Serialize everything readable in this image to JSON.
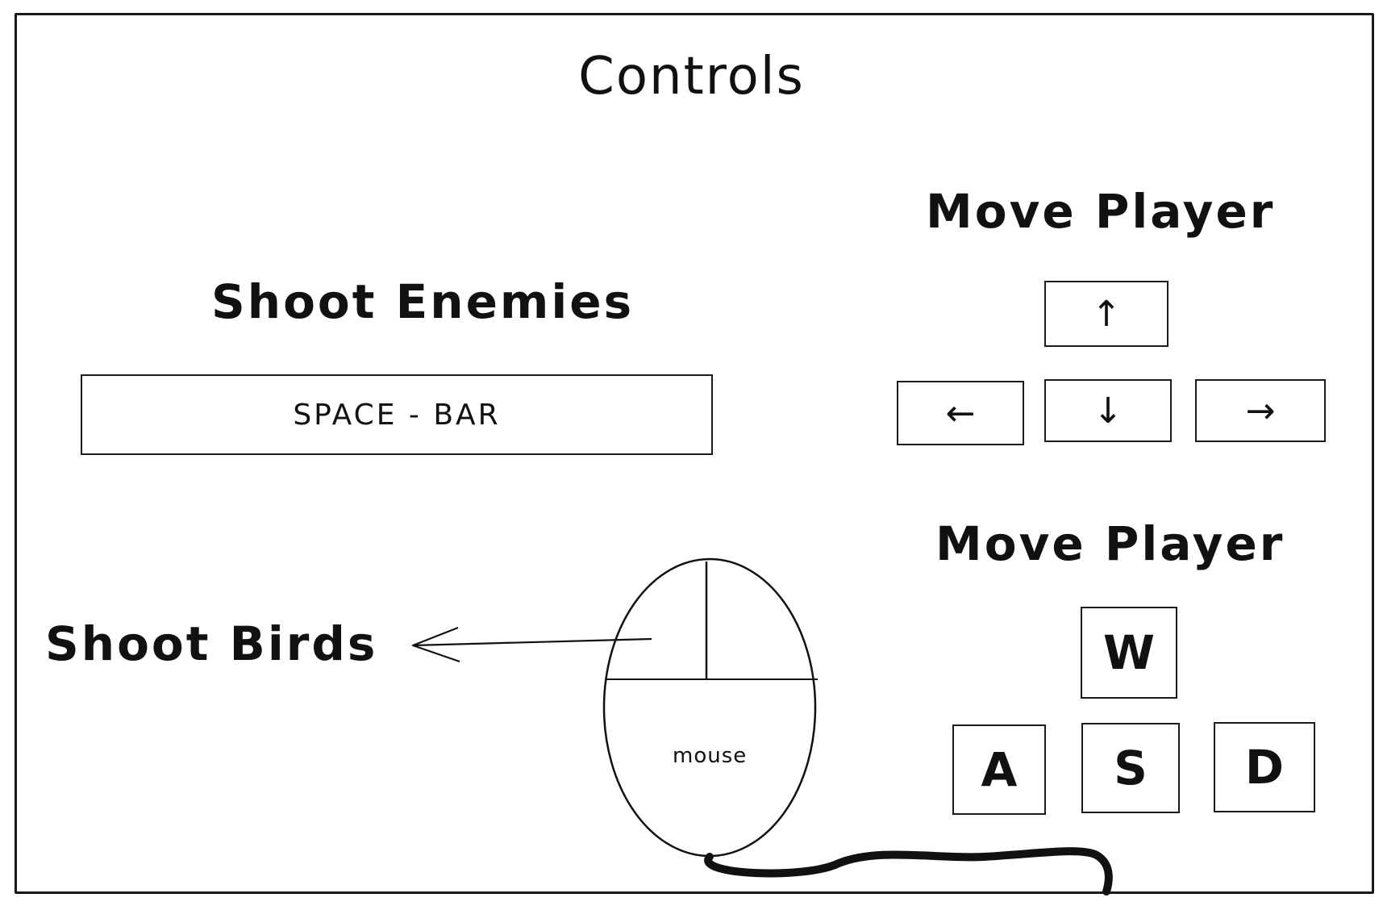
{
  "title": "Controls",
  "shoot_enemies": {
    "heading": "Shoot Enemies",
    "key_label": "SPACE - BAR"
  },
  "move_player_arrows": {
    "heading": "Move Player",
    "keys": {
      "up": "↑",
      "left": "←",
      "down": "↓",
      "right": "→"
    }
  },
  "move_player_wasd": {
    "heading": "Move Player",
    "keys": {
      "w": "W",
      "a": "A",
      "s": "S",
      "d": "D"
    }
  },
  "shoot_birds": {
    "heading": "Shoot Birds",
    "mouse_label": "mouse"
  },
  "colors": {
    "ink": "#111111",
    "background": "#ffffff"
  }
}
